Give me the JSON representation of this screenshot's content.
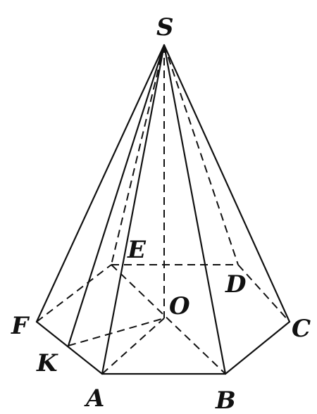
{
  "labels": {
    "S": "S",
    "E": "E",
    "D": "D",
    "O": "O",
    "F": "F",
    "C": "C",
    "K": "K",
    "A": "A",
    "B": "B"
  },
  "colors": {
    "ink": "#111111",
    "background": "#ffffff"
  }
}
